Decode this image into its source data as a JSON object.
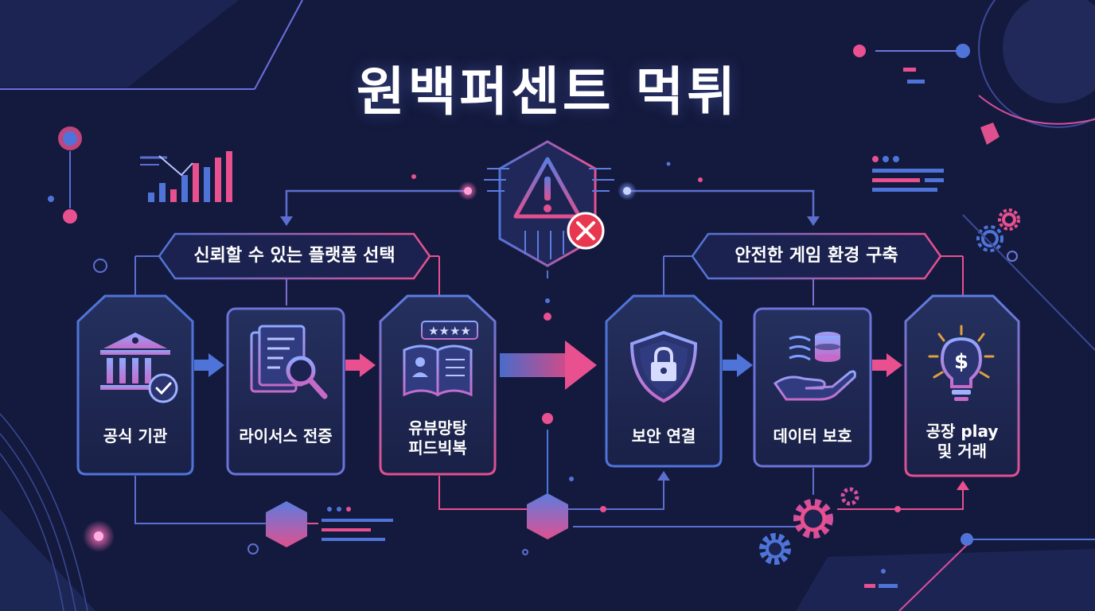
{
  "title": "원백퍼센트 먹튀",
  "sections": {
    "left": "신뢰할 수 있는 플랫폼 선택",
    "right": "안전한 게임 환경 구축"
  },
  "cards": [
    {
      "label": "공식 기관",
      "icon": "bank-check-icon"
    },
    {
      "label": "라이서스 전증",
      "icon": "document-search-icon"
    },
    {
      "label": "유뷰망탕\n피드빅복",
      "icon": "review-book-icon"
    },
    {
      "label": "보안 연결",
      "icon": "shield-lock-icon"
    },
    {
      "label": "데이터 보호",
      "icon": "hand-data-icon"
    },
    {
      "label": "공장 play\n및 거래",
      "icon": "idea-dollar-icon"
    }
  ],
  "colors": {
    "background": "#141a3d",
    "blue": "#4f74d9",
    "pink": "#e8508f",
    "warning": "#e8384f"
  }
}
